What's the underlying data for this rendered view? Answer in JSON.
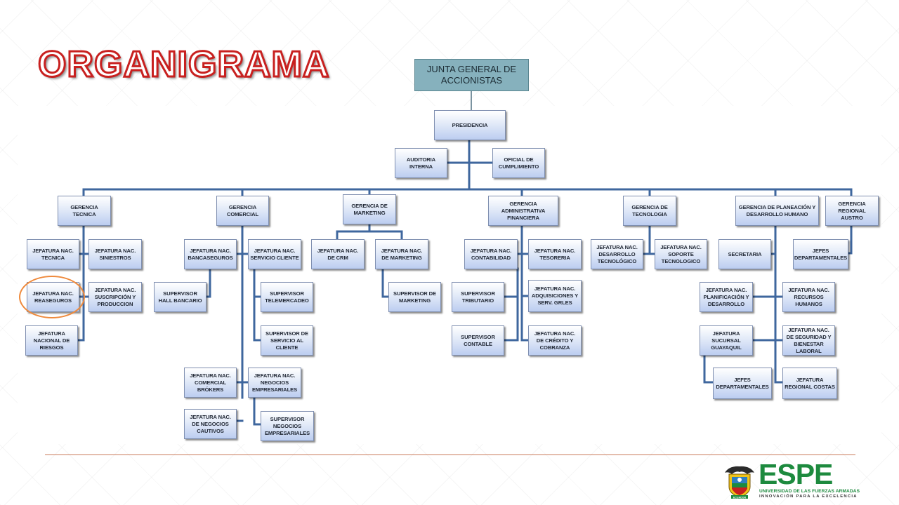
{
  "slide": {
    "title": "ORGANIGRAMA",
    "top_box": "JUNTA GENERAL DE ACCIONISTAS"
  },
  "colors": {
    "title_outline": "#c8201f",
    "connector": "#3f679e",
    "top_box_fill": "#86b1bd",
    "highlight_ring": "#ef8a3c",
    "logo_green": "#1d8a3e"
  },
  "nodes": {
    "presidencia": "PRESIDENCIA",
    "auditoria": "AUDITORIA INTERNA",
    "oficial": "OFICIAL DE CUMPLIMIENTO",
    "ger_tecnica": "GERENCIA TECNICA",
    "ger_comercial": "GERENCIA COMERCIAL",
    "ger_marketing": "GERENCIA DE MARKETING",
    "ger_admin": "GERENCIA ADMINISTRATIVA FINANCIERA",
    "ger_tecnologia": "GERENCIA DE TECNOLOGIA",
    "ger_planeacion": "GERENCIA DE PLANEACIÓN Y DESARROLLO HUMANO",
    "ger_austro": "GERENCIA REGIONAL AUSTRO",
    "jef_tecnica": "JEFATURA NAC. TECNICA",
    "jef_siniestros": "JEFATURA NAC. SINIESTROS",
    "jef_reaseguros": "JEFATURA NAC. REASEGUROS",
    "jef_suscripcion": "JEFATURA NAC. SUSCRIPCIÓN Y PRODUCCION",
    "jef_riesgos": "JEFATURA NACIONAL DE RIESGOS",
    "jef_bancaseguros": "JEFATURA NAC. BANCASEGUROS",
    "jef_servicio": "JEFATURA NAC. SERVICIO CLIENTE",
    "sup_hall": "SUPERVISOR HALL BANCARIO",
    "sup_telemercadeo": "SUPERVISOR TELEMERCADEO",
    "sup_servicio": "SUPERVISOR DE SERVICIO AL CLIENTE",
    "jef_brokers": "JEFATURA NAC. COMERCIAL BRÓKERS",
    "jef_negocios": "JEFATURA NAC. NEGOCIOS EMPRESARIALES",
    "jef_cautivos": "JEFATURA NAC. DE NEGOCIOS CAUTIVOS",
    "sup_negocios": "SUPERVISOR NEGOCIOS EMPRESARIALES",
    "jef_crm": "JEFATURA NAC. DE CRM",
    "jef_marketing": "JEFATURA NAC. DE MARKETING",
    "sup_marketing": "SUPERVISOR DE MARKETING",
    "jef_contabilidad": "JEFATURA NAC. CONTABILIDAD",
    "jef_tesoreria": "JEFATURA NAC. TESORERIA",
    "sup_tributario": "SUPERVISOR TRIBUTARIO",
    "jef_adquisiciones": "JEFATURA NAC. ADQUISICIONES Y SERV. GRLES",
    "sup_contable": "SUPERVISOR CONTABLE",
    "jef_credito": "JEFATURA NAC. DE CRÉDITO Y COBRANZA",
    "jef_desarrollo_tec": "JEFATURA NAC. DESARROLLO TECNOLÓGICO",
    "jef_soporte": "JEFATURA NAC. SOPORTE TECNOLOGICO",
    "secretaria": "SECRETARIA",
    "jefes_dep_austro": "JEFES DEPARTAMENTALES",
    "jef_planificacion": "JEFATURA NAC. PLANIFICACIÓN Y DESARROLLO",
    "jef_rrhh": "JEFATURA NAC. RECURSOS HUMANOS",
    "jef_guayaquil": "JEFATURA SUCURSAL GUAYAQUIL",
    "jef_seguridad": "JEFATURA NAC. DE SEGURIDAD Y BIENESTAR LABORAL",
    "jefes_dep_gye": "JEFES DEPARTAMENTALES",
    "jef_costas": "JEFATURA REGIONAL COSTAS"
  },
  "logo": {
    "wordmark": "ESPE",
    "university": "UNIVERSIDAD DE LAS FUERZAS ARMADAS",
    "motto": "INNOVACIÓN PARA LA EXCELENCIA",
    "emblem_text": "ECUADOR"
  }
}
